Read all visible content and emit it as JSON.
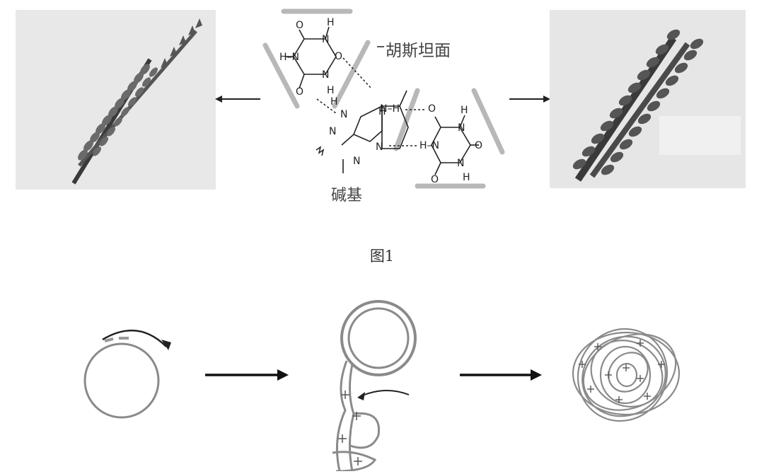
{
  "figure": {
    "caption": "图1",
    "labels": {
      "hoogsteen_face": "胡斯坦面",
      "base": "碱基"
    }
  },
  "chem": {
    "atoms": {
      "O": "O",
      "N": "N",
      "H": "H",
      "NH": "N–H",
      "HN": "H–N"
    }
  },
  "colors": {
    "frame_gray": "#b8b8b8",
    "helix_dark": "#3a3a3a",
    "panel_bg": "#e8e8e8",
    "strand_gray": "#8a8a8a"
  }
}
